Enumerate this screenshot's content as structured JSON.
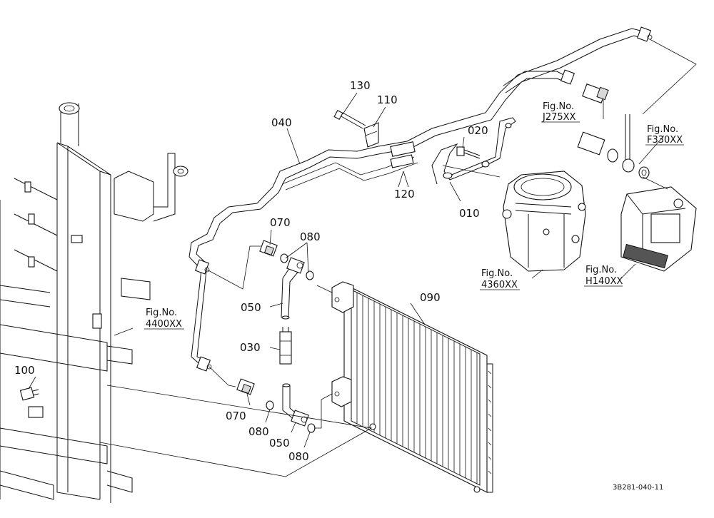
{
  "callouts": {
    "p130": "130",
    "p110": "110",
    "p040": "040",
    "p020": "020",
    "p120": "120",
    "p010": "010",
    "p070_top": "070",
    "p080_top": "080",
    "p050_top": "050",
    "p030": "030",
    "p090": "090",
    "p100": "100",
    "p070_bot": "070",
    "p080_bot1": "080",
    "p050_bot": "050",
    "p080_bot2": "080"
  },
  "figrefs": {
    "fig_label": "Fig.No.",
    "j275": "J275XX",
    "f330": "F330XX",
    "r4360": "4360XX",
    "h140": "H140XX",
    "r4400": "4400XX"
  },
  "drawing_code": "3B281-040-11"
}
